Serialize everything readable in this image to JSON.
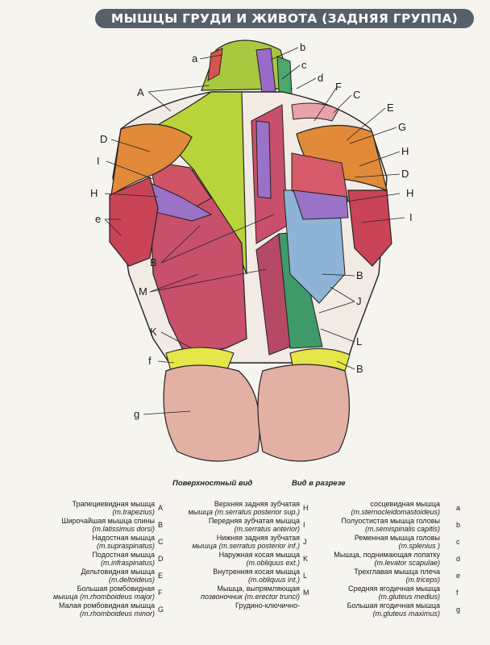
{
  "title": "МЫШЦЫ ГРУДИ И ЖИВОТА (ЗАДНЯЯ ГРУППА)",
  "captions": {
    "surface": "Поверхностный вид",
    "section": "Вид в разрезе"
  },
  "labels": {
    "a": "a",
    "b": "b",
    "c": "c",
    "d": "d",
    "e": "e",
    "f": "f",
    "g": "g",
    "A": "A",
    "B": "B",
    "C": "C",
    "D": "D",
    "E": "E",
    "F": "F",
    "G": "G",
    "H": "H",
    "I": "I",
    "J": "J",
    "K": "K",
    "L": "L",
    "M": "M"
  },
  "legend": {
    "col1": [
      {
        "name": "Трапециевидная мышца",
        "latin": "(m.trapezius)",
        "letter": "A"
      },
      {
        "name": "Широчайшая мышца спины",
        "latin": "(m.latissimus dorsi)",
        "letter": "B"
      },
      {
        "name": "Надостная мышца",
        "latin": "(m.supraspinatus)",
        "letter": "C"
      },
      {
        "name": "Подостная мышца",
        "latin": "(m.infraspinatus)",
        "letter": "D"
      },
      {
        "name": "Дельтовидная мышца",
        "latin": "(m.deltoideus)",
        "letter": "E"
      },
      {
        "name": "Большая ромбовидная",
        "latin": "мышца (m.rhomboideus major)",
        "letter": "F"
      },
      {
        "name": "Малая ромбовидная мышца",
        "latin": "(m.rhomboideus minor)",
        "letter": "G"
      }
    ],
    "col2": [
      {
        "name": "Верхняя задняя зубчатая",
        "latin": "мышца (m.serratus posterior sup.)",
        "letter": "H"
      },
      {
        "name": "Передняя зубчатая мышца",
        "latin": "(m.serratus anterior)",
        "letter": "I"
      },
      {
        "name": "Нижняя задняя зубчатая",
        "latin": "мышца (m.serratus posterior inf.)",
        "letter": "J"
      },
      {
        "name": "Наружная косая мышца",
        "latin": "(m.obliquus ext.)",
        "letter": "K"
      },
      {
        "name": "Внутренняя косая мышца",
        "latin": "(m.obliquus int.)",
        "letter": "L"
      },
      {
        "name": "Мышца, выпрямляющая",
        "latin": "позвоночник (m.erector trunci)",
        "letter": "M"
      },
      {
        "name": "Грудино-ключично-",
        "latin": "",
        "letter": ""
      }
    ],
    "col3": [
      {
        "name": "сосцевидная мышца",
        "latin": "(m.sternocleidomastoideus)",
        "letter": "a"
      },
      {
        "name": "Полуостистая мышца головы",
        "latin": "(m.semispinalis capitis)",
        "letter": "b"
      },
      {
        "name": "Ременная мышца головы",
        "latin": "(m.splenius )",
        "letter": "c"
      },
      {
        "name": "Мышца, поднимающая лопатку",
        "latin": "(m.levator scapulae)",
        "letter": "d"
      },
      {
        "name": "Трехглавая мышца плеча",
        "latin": "(m.triceps)",
        "letter": "e"
      },
      {
        "name": "Средняя ягодичная мышца",
        "latin": "(m.gluteus medius)",
        "letter": "f"
      },
      {
        "name": "Большая ягодичная мышца",
        "latin": "(m.gluteus maximus)",
        "letter": "g"
      }
    ]
  },
  "colors": {
    "trapezius": "#b9d43a",
    "latissimus": "#c8506a",
    "deltoid": "#e08a3a",
    "infraspinatus": "#9a72c8",
    "triceps": "#c94456",
    "gluteus_max": "#e3b0a4",
    "gluteus_med": "#e6e54a",
    "serratus": "#8fb3d6",
    "erector": "#3f9a6a"
  }
}
